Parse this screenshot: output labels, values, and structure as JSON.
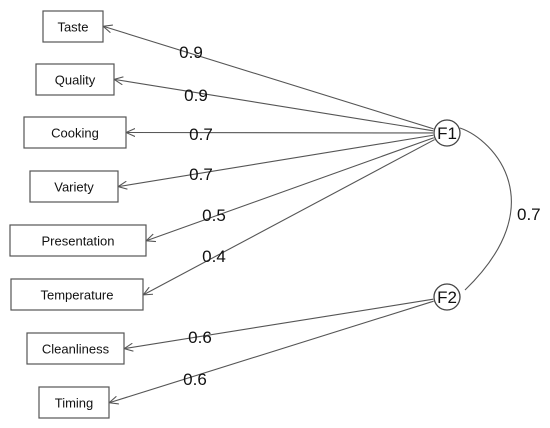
{
  "items": [
    {
      "label": "Taste",
      "factor": "F1",
      "loading": "0.9"
    },
    {
      "label": "Quality",
      "factor": "F1",
      "loading": "0.9"
    },
    {
      "label": "Cooking",
      "factor": "F1",
      "loading": "0.7"
    },
    {
      "label": "Variety",
      "factor": "F1",
      "loading": "0.7"
    },
    {
      "label": "Presentation",
      "factor": "F1",
      "loading": "0.5"
    },
    {
      "label": "Temperature",
      "factor": "F1",
      "loading": "0.4"
    },
    {
      "label": "Cleanliness",
      "factor": "F2",
      "loading": "0.6"
    },
    {
      "label": "Timing",
      "factor": "F2",
      "loading": "0.6"
    }
  ],
  "factors": [
    {
      "label": "F1"
    },
    {
      "label": "F2"
    }
  ],
  "correlation": {
    "from": "F1",
    "to": "F2",
    "value": "0.7"
  },
  "colors": {
    "line": "#555555",
    "text": "#111111",
    "background": "#ffffff"
  }
}
